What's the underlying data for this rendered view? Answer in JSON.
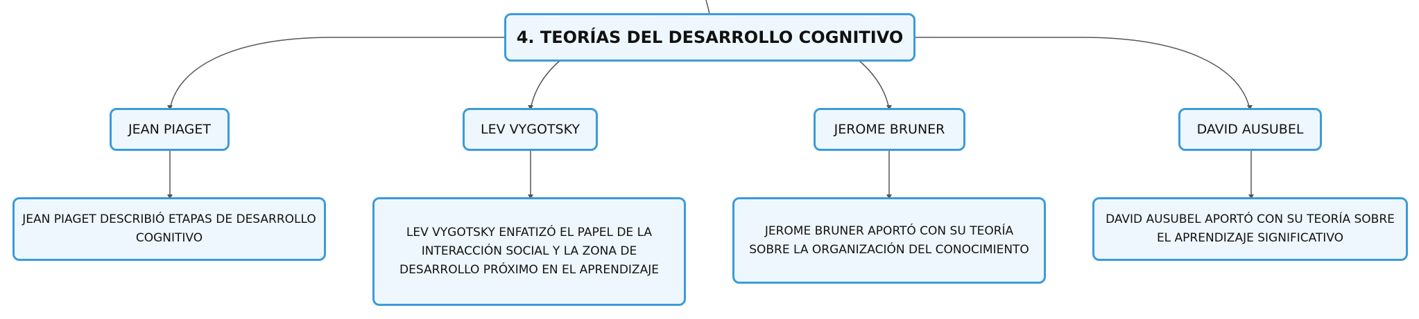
{
  "root": {
    "label": "4. TEORÍAS DEL DESARROLLO COGNITIVO"
  },
  "branches": [
    {
      "label": "JEAN PIAGET",
      "detail": "JEAN PIAGET DESCRIBIÓ ETAPAS DE DESARROLLO COGNITIVO"
    },
    {
      "label": "LEV VYGOTSKY",
      "detail": "LEV VYGOTSKY ENFATIZÓ EL PAPEL DE LA INTERACCIÓN SOCIAL Y LA ZONA DE DESARROLLO PRÓXIMO EN EL APRENDIZAJE"
    },
    {
      "label": "JEROME BRUNER",
      "detail": "JEROME BRUNER APORTÓ CON SU TEORÍA SOBRE LA ORGANIZACIÓN DEL CONOCIMIENTO"
    },
    {
      "label": "DAVID AUSUBEL",
      "detail": "DAVID AUSUBEL APORTÓ CON SU TEORÍA SOBRE EL APRENDIZAJE SIGNIFICATIVO"
    }
  ],
  "colors": {
    "border": "#3a9bd8",
    "fill": "#eef7fd",
    "line": "#555555"
  }
}
